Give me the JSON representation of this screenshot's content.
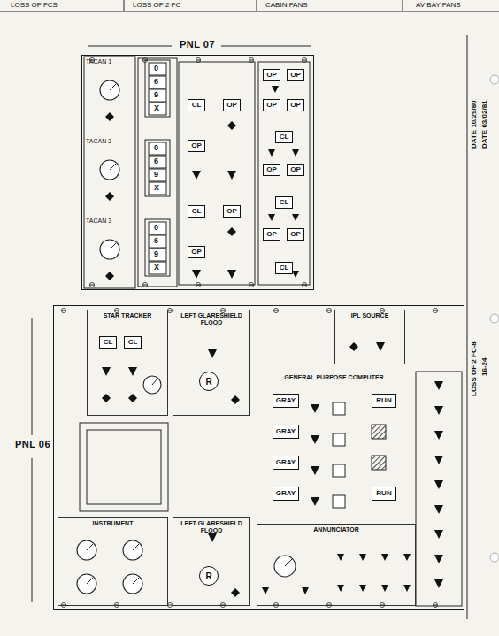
{
  "diagram": {
    "nodes": [
      {
        "text": [
          "PNL 07"
        ]
      },
      {
        "text": [
          "CL"
        ],
        "in": 0
      },
      {
        "text": [
          "OP"
        ],
        "in": 0
      },
      {
        "text": [
          "OP"
        ],
        "in": 0
      },
      {
        "text": [
          "CL"
        ],
        "in": 0
      },
      {
        "text": [
          "OP"
        ],
        "in": 0
      },
      {
        "text": [
          "OP"
        ],
        "in": 0
      },
      {
        "text": [
          "OP"
        ],
        "in": 0
      },
      {
        "text": [
          "OP"
        ],
        "in": 0
      },
      {
        "text": [
          "OP"
        ],
        "in": 0
      },
      {
        "text": [
          "OP"
        ],
        "in": 0
      },
      {
        "text": [
          "CL"
        ],
        "in": 0
      },
      {
        "text": [
          "OP"
        ],
        "in": 0
      },
      {
        "text": [
          "OP"
        ],
        "in": 0
      },
      {
        "text": [
          "CL"
        ],
        "in": 0
      },
      {
        "text": [
          "OP"
        ],
        "in": 0
      },
      {
        "text": [
          "OP"
        ],
        "in": 0
      },
      {
        "text": [
          "CL"
        ],
        "in": 0
      },
      {
        "text": [
          "PNL 06"
        ]
      },
      {
        "text": [
          "STAR TRACKER"
        ],
        "in": 18
      },
      {
        "text": [
          "CL"
        ],
        "in": 19
      },
      {
        "text": [
          "CL"
        ],
        "in": 19
      },
      {
        "text": [
          "LEFT GLARESHIELD FLOOD"
        ],
        "in": 18
      },
      {
        "text": [
          "R"
        ],
        "in": 22
      },
      {
        "text": [
          "INSTRUMENT"
        ],
        "in": 18
      },
      {
        "text": [
          "LEFT GLARESHIELD FLOOD"
        ],
        "in": 18
      },
      {
        "text": [
          "R"
        ],
        "in": 25
      },
      {
        "text": [
          "GENERAL PURPOSE COMPUTER"
        ],
        "in": 18
      },
      {
        "text": [
          "GRAY"
        ],
        "in": 27
      },
      {
        "text": [
          "GRAY"
        ],
        "in": 27
      },
      {
        "text": [
          "GRAY"
        ],
        "in": 27
      },
      {
        "text": [
          "GRAY"
        ],
        "in": 27
      },
      {
        "text": [
          "RUN"
        ],
        "in": 27
      },
      {
        "text": [
          "RUN"
        ],
        "in": 27
      },
      {
        "text": [
          "ANNUNCIATOR"
        ],
        "in": 18
      },
      {
        "text": [
          "IPL SOURCE"
        ],
        "in": 18
      }
    ],
    "labels": [
      "LOSS OF FCS",
      "LOSS OF 2 FC",
      "CABIN FANS",
      "AV BAY FANS",
      "DATE 10/29/80",
      "DATE 03/02/81",
      "LOSS OF 2 FC-8",
      "16-24",
      "TACAN 1",
      "TACAN 2",
      "TACAN 3",
      "0",
      "6",
      "9",
      "X",
      "0",
      "6",
      "9",
      "X",
      "0",
      "6",
      "9",
      "X"
    ]
  }
}
